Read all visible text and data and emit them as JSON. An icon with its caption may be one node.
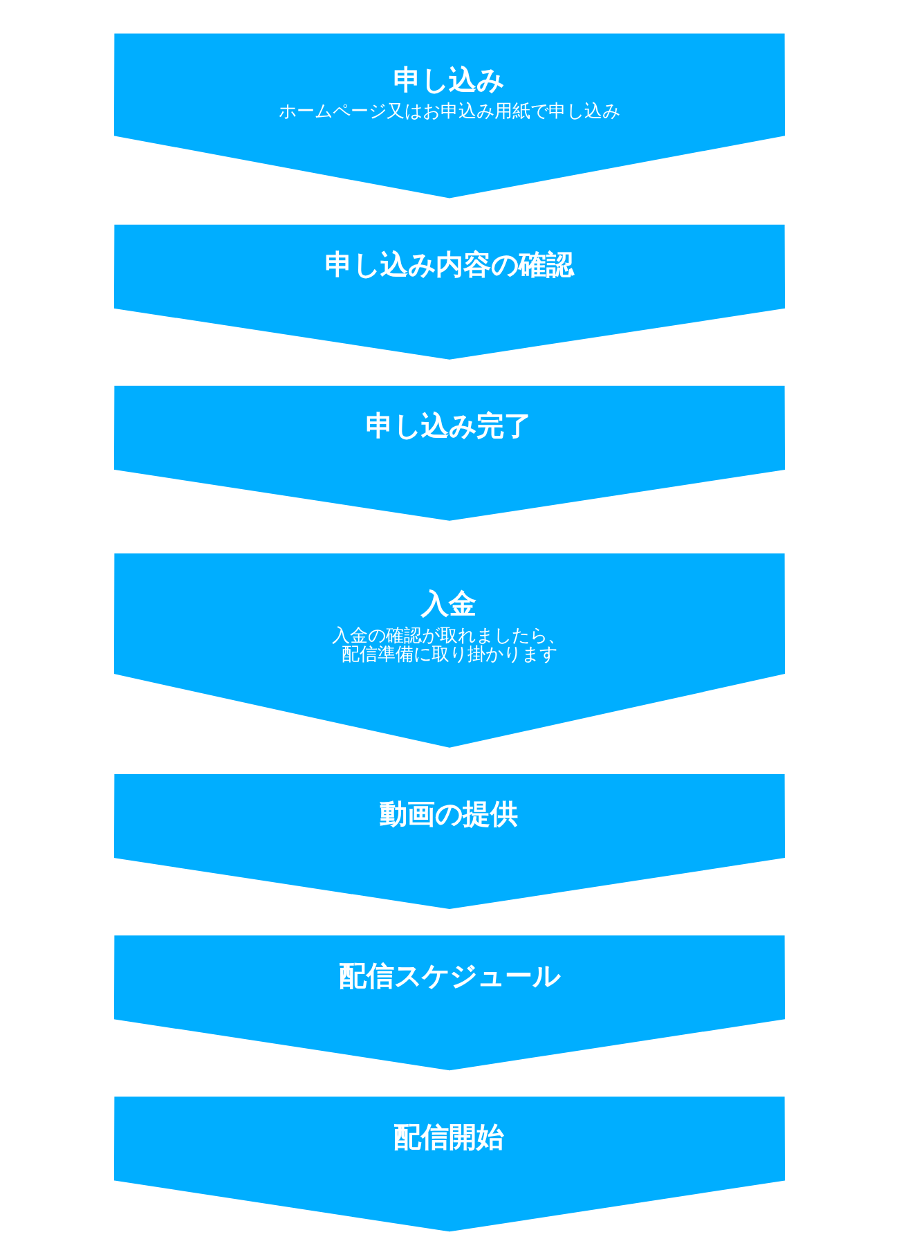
{
  "diagram": {
    "nodes": [
      {
        "text": [
          "申し込み",
          "ホームページ又はお申込み用紙で申し込み"
        ]
      },
      {
        "text": [
          "申し込み内容の確認"
        ]
      },
      {
        "text": [
          "申し込み完了"
        ]
      },
      {
        "text": [
          "入金",
          "入金の確認が取れましたら、配信準備に取り掛かります"
        ]
      },
      {
        "text": [
          "動画の提供"
        ]
      },
      {
        "text": [
          "配信スケジュール"
        ]
      },
      {
        "text": [
          "配信開始"
        ]
      }
    ]
  }
}
